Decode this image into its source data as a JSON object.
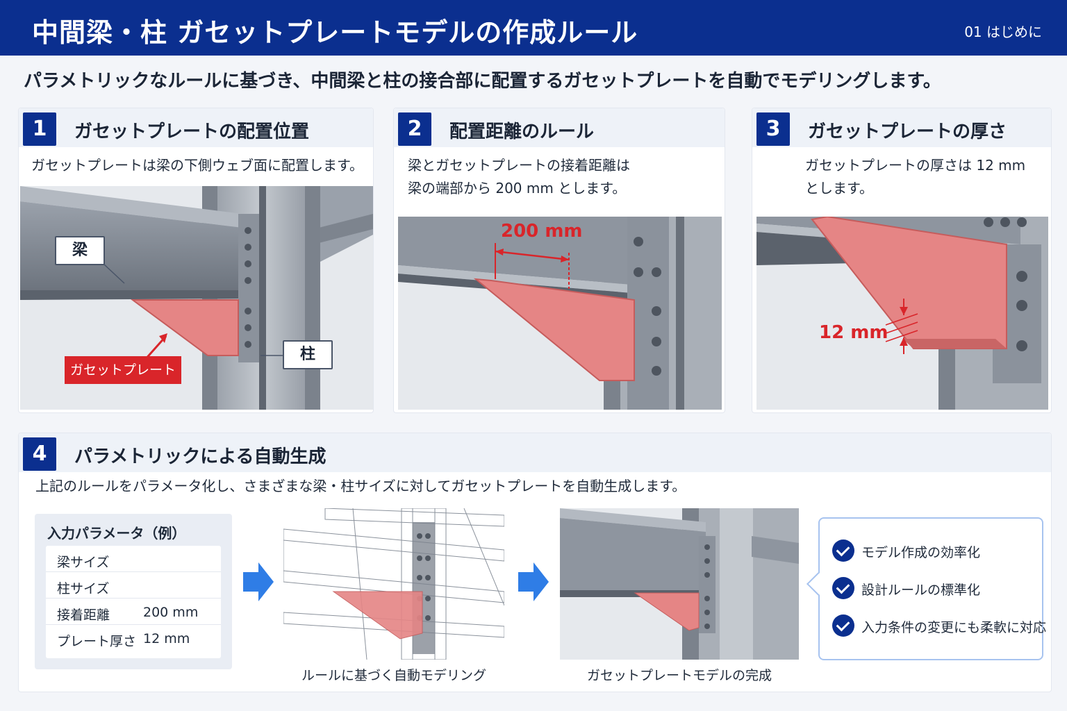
{
  "header": {
    "title": "中間梁・柱 ガセットプレートモデルの作成ルール",
    "section": "01 はじめに"
  },
  "lead": "パラメトリックなルールに基づき、中間梁と柱の接合部に配置するガセットプレートを自動でモデリングします。",
  "cards": [
    {
      "number": "1",
      "title": "ガセットプレートの配置位置",
      "desc": [
        "ガセットプレートは梁の下側ウェブ面に配置します。"
      ],
      "labels": {
        "beam": "梁",
        "column": "柱",
        "plate": "ガセットプレート"
      }
    },
    {
      "number": "2",
      "title": "配置距離のルール",
      "desc": [
        "梁とガセットプレートの接着距離は",
        "梁の端部から 200 mm とします。"
      ],
      "dimension": "200 mm"
    },
    {
      "number": "3",
      "title": "ガセットプレートの厚さ",
      "desc": [
        "ガセットプレートの厚さは 12 mm",
        "とします。"
      ],
      "dimension": "12 mm"
    }
  ],
  "section4": {
    "number": "4",
    "title": "パラメトリックによる自動生成",
    "desc": "上記のルールをパラメータ化し、さまざまな梁・柱サイズに対してガセットプレートを自動生成します。",
    "params": {
      "title": "入力パラメータ（例）",
      "rows": [
        {
          "label": "梁サイズ",
          "value": ""
        },
        {
          "label": "柱サイズ",
          "value": ""
        },
        {
          "label": "接着距離",
          "value": "200 mm"
        },
        {
          "label": "プレート厚さ",
          "value": "12 mm"
        }
      ]
    },
    "captions": [
      "ルールに基づく自動モデリング",
      "ガセットプレートモデルの完成"
    ],
    "benefits": [
      "モデル作成の効率化",
      "設計ルールの標準化",
      "入力条件の変更にも柔軟に対応"
    ]
  },
  "colors": {
    "brand": "#0b2f8f",
    "accent_red": "#d9252a",
    "plate": "#e58585"
  }
}
